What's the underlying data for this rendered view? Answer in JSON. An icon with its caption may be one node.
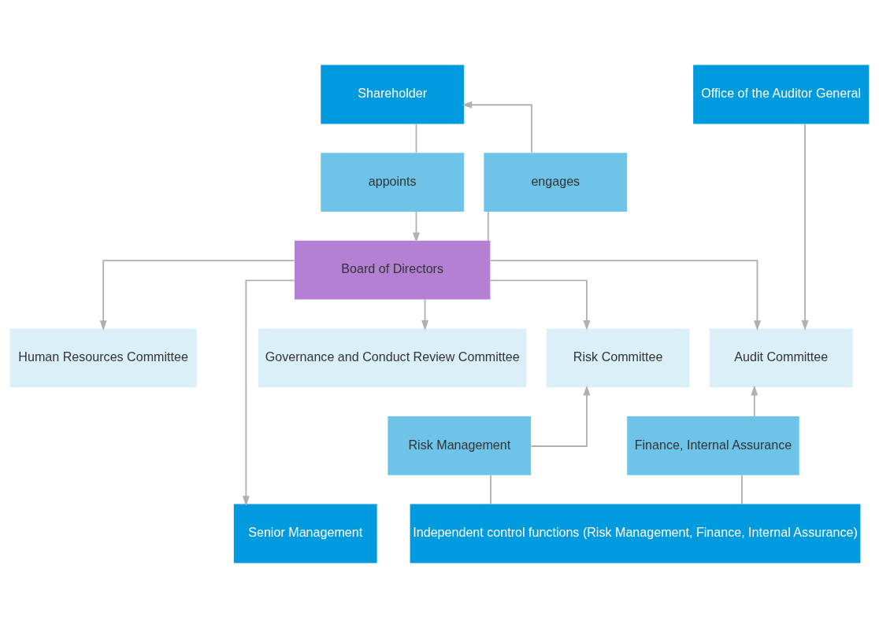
{
  "diagram": {
    "nodes": [
      {
        "text": [
          "Shareholder"
        ]
      },
      {
        "text": [
          "Office of the Auditor General"
        ]
      },
      {
        "text": [
          "appoints"
        ]
      },
      {
        "text": [
          "engages"
        ]
      },
      {
        "text": [
          "Board of Directors"
        ]
      },
      {
        "text": [
          "Governance and Conduct Review Committee"
        ]
      },
      {
        "text": [
          "Human Resources Committee"
        ]
      },
      {
        "text": [
          "Risk Committee"
        ]
      },
      {
        "text": [
          "Audit Committee"
        ]
      },
      {
        "text": [
          "Risk Management"
        ]
      },
      {
        "text": [
          "Finance, Internal Assurance"
        ]
      },
      {
        "text": [
          "Senior Management"
        ]
      },
      {
        "text": [
          "Independent control functions (Risk Management, Finance, Internal Assurance)"
        ]
      }
    ],
    "edges": [
      {
        "from": 0,
        "to": 2,
        "arrow": "none"
      },
      {
        "from": 2,
        "to": 4,
        "arrow": "to"
      },
      {
        "from": 4,
        "to": 3,
        "arrow": "none"
      },
      {
        "from": 3,
        "to": 0,
        "arrow": "to"
      },
      {
        "from": 4,
        "to": 5,
        "arrow": "to"
      },
      {
        "from": 4,
        "to": 6,
        "arrow": "to"
      },
      {
        "from": 4,
        "to": 11,
        "arrow": "to"
      },
      {
        "from": 4,
        "to": 7,
        "arrow": "to"
      },
      {
        "from": 4,
        "to": 8,
        "arrow": "to"
      },
      {
        "from": 1,
        "to": 8,
        "arrow": "to"
      },
      {
        "from": 12,
        "to": 9,
        "arrow": "none"
      },
      {
        "from": 9,
        "to": 7,
        "arrow": "to"
      },
      {
        "from": 12,
        "to": 10,
        "arrow": "none"
      },
      {
        "from": 10,
        "to": 8,
        "arrow": "to"
      }
    ]
  }
}
